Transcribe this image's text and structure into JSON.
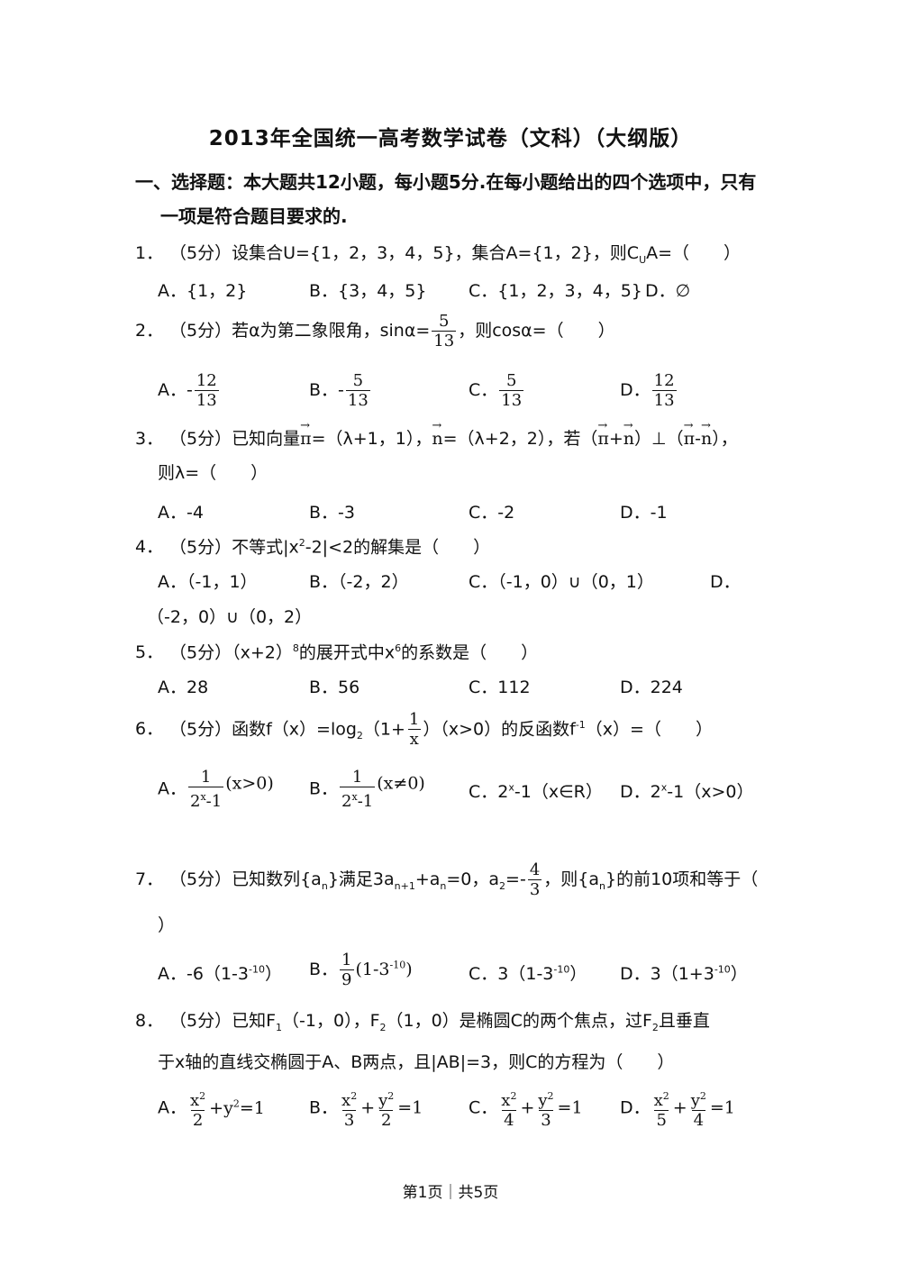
{
  "title": "2013年全国统一高考数学试卷（文科）（大纲版）",
  "section1": {
    "line1": "一、选择题：本大题共12小题，每小题5分.在每小题给出的四个选项中，只有",
    "line2": "一项是符合题目要求的."
  },
  "q1": {
    "num": "1．",
    "text": "（5分）设集合U={1，2，3，4，5}，集合A={1，2}，则C",
    "sub": "U",
    "text2": "A=（　　）",
    "opts": [
      "A．{1，2}",
      "B．{3，4，5}",
      "C．{1，2，3，4，5}",
      "D．∅"
    ]
  },
  "q2": {
    "num": "2．",
    "text": "（5分）若α为第二象限角，sinα=",
    "frac_n": "5",
    "frac_d": "13",
    "text2": "，则cosα=（　　）",
    "labels": [
      "A．",
      "B．",
      "C．",
      "D．"
    ],
    "signs": [
      "-",
      "-",
      "",
      ""
    ],
    "nums": [
      "12",
      "5",
      "5",
      "12"
    ],
    "dens": [
      "13",
      "13",
      "13",
      "13"
    ]
  },
  "q3": {
    "num": "3．",
    "text_a": "（5分）已知向量",
    "m": "π",
    "text_b": "=（λ+1，1），",
    "n": "n",
    "text_c": "=（λ+2，2），若（",
    "text_d": "+",
    "text_e": "）⊥（",
    "text_f": "-",
    "text_g": "），",
    "line2": "则λ=（　　）",
    "opts": [
      "A．-4",
      "B．-3",
      "C．-2",
      "D．-1"
    ]
  },
  "q4": {
    "num": "4．",
    "text": "（5分）不等式|x",
    "sup": "2",
    "text2": "-2|<2的解集是（　　）",
    "opts": [
      "A．（-1，1）",
      "B．（-2，2）",
      "C．（-1，0）∪（0，1）",
      "D．"
    ],
    "opt_cont": "（-2，0）∪（0，2）"
  },
  "q5": {
    "num": "5．",
    "text": "（5分）（x+2）",
    "sup": "8",
    "text2": "的展开式中x",
    "sup2": "6",
    "text3": "的系数是（　　）",
    "opts": [
      "A．28",
      "B．56",
      "C．112",
      "D．224"
    ]
  },
  "q6": {
    "num": "6．",
    "text": "（5分）函数f（x）=log",
    "sub": "2",
    "text2": "（1+",
    "frac_n": "1",
    "frac_d": "x",
    "text3": "）（x>0）的反函数f",
    "sup": "-1",
    "text4": "（x）=（　　）",
    "optA_label": "A．",
    "optA_n": "1",
    "optA_d": "2",
    "optA_dsup": "x",
    "optA_dtail": "-1",
    "optA_cond": "(x>0)",
    "optB_label": "B．",
    "optB_n": "1",
    "optB_d": "2",
    "optB_dsup": "x",
    "optB_dtail": "-1",
    "optB_cond": "(x≠0)",
    "optC_a": "C．2",
    "optC_sup": "x",
    "optC_b": "-1（x∈R）",
    "optD_a": "D．2",
    "optD_sup": "x",
    "optD_b": "-1（x>0）"
  },
  "q7": {
    "num": "7．",
    "text": "（5分）已知数列{a",
    "sub1": "n",
    "text2": "}满足3a",
    "sub2": "n+1",
    "text3": "+a",
    "sub3": "n",
    "text4": "=0，a",
    "sub4": "2",
    "text5": "=-",
    "frac_n": "4",
    "frac_d": "3",
    "text6": "，则{a",
    "sub5": "n",
    "text7": "}的前10项和等于（",
    "line2": "）",
    "optA_a": "A．-6（1-3",
    "optA_sup": "-10",
    "optA_b": "）",
    "optB_label": "B．",
    "optB_n": "1",
    "optB_d": "9",
    "optB_a": "(1-3",
    "optB_sup": "-10",
    "optB_b": ")",
    "optC_a": "C．3（1-3",
    "optC_sup": "-10",
    "optC_b": "）",
    "optD_a": "D．3（1+3",
    "optD_sup": "-10",
    "optD_b": "）"
  },
  "q8": {
    "num": "8．",
    "text": "（5分）已知F",
    "sub1": "1",
    "text2": "（-1，0），F",
    "sub2": "2",
    "text3": "（1，0）是椭圆C的两个焦点，过F",
    "sub3": "2",
    "text4": "且垂直",
    "line2": "于x轴的直线交椭圆于A、B两点，且|AB|=3，则C的方程为（　　）",
    "labels": [
      "A．",
      "B．",
      "C．",
      "D．"
    ],
    "a2": [
      "2",
      "3",
      "4",
      "5"
    ],
    "b2": [
      "",
      "2",
      "3",
      "4"
    ]
  },
  "footer": "第1页｜共5页"
}
